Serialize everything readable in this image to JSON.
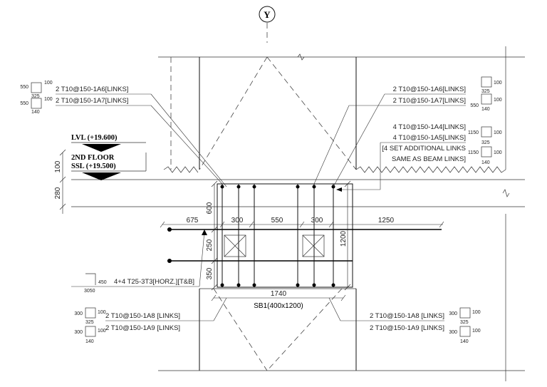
{
  "grid": {
    "label": "Y"
  },
  "levels": {
    "lvl": "LVL (+19.600)",
    "floor": "2ND FLOOR",
    "ssl": "SSL (+19.500)"
  },
  "side_dims": {
    "top": "100",
    "slab": "280"
  },
  "links_top_left": [
    "2 T10@150-1A6[LINKS]",
    "2 T10@150-1A7[LINKS]"
  ],
  "links_top_right": [
    "2 T10@150-1A6[LINKS]",
    "2 T10@150-1A7[LINKS]",
    "4 T10@150-1A4[LINKS]",
    "4 T10@150-1A5[LINKS]",
    "[4 SET ADDITIONAL LINKS",
    "SAME AS BEAM LINKS]"
  ],
  "links_bottom_left": [
    "2 T10@150-1A8 [LINKS]",
    "2 T10@150-1A9 [LINKS]"
  ],
  "links_bottom_right": [
    "2 T10@150-1A8 [LINKS]",
    "2 T10@150-1A9 [LINKS]"
  ],
  "main_bar": "4+4 T25-3T3[HORZ.][T&B]",
  "main_bar_shape": {
    "a": "450",
    "b": "3050"
  },
  "dims": {
    "d675": "675",
    "d300a": "300",
    "d550": "550",
    "d300b": "300",
    "d1250": "1250",
    "d600": "600",
    "d250": "250",
    "d350": "350",
    "d1200": "1200",
    "d1740": "1740"
  },
  "beam_label": "SB1(400x1200)",
  "shapes": {
    "tl_upper": [
      "550",
      "100",
      "325"
    ],
    "tl_lower": [
      "550",
      "100",
      "140"
    ],
    "tr_upper": [
      "100",
      "325",
      "550"
    ],
    "tr_lower": [
      "100",
      "140"
    ],
    "tr_mid_upper": [
      "1150",
      "100",
      "325"
    ],
    "tr_mid_lower": [
      "1150",
      "100",
      "140"
    ],
    "bl_upper": [
      "300",
      "100",
      "325"
    ],
    "bl_lower": [
      "300",
      "100",
      "140"
    ],
    "br_upper": [
      "300",
      "100",
      "325"
    ],
    "br_lower": [
      "300",
      "100",
      "140"
    ]
  }
}
